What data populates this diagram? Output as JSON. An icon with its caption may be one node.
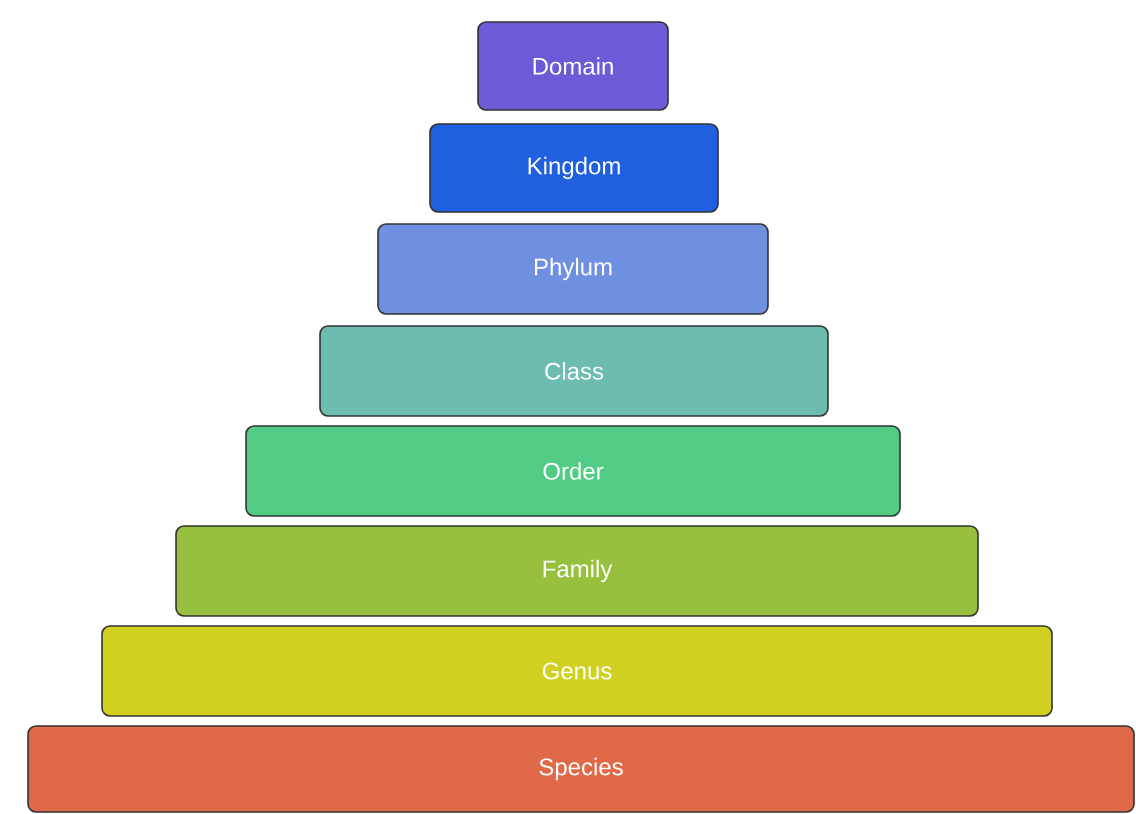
{
  "diagram": {
    "nodes": [
      {
        "text": [
          "Domain"
        ]
      },
      {
        "text": [
          "Kingdom"
        ]
      },
      {
        "text": [
          "Phylum"
        ]
      },
      {
        "text": [
          "Class"
        ]
      },
      {
        "text": [
          "Order"
        ]
      },
      {
        "text": [
          "Family"
        ]
      },
      {
        "text": [
          "Genus"
        ]
      },
      {
        "text": [
          "Species"
        ]
      }
    ]
  }
}
